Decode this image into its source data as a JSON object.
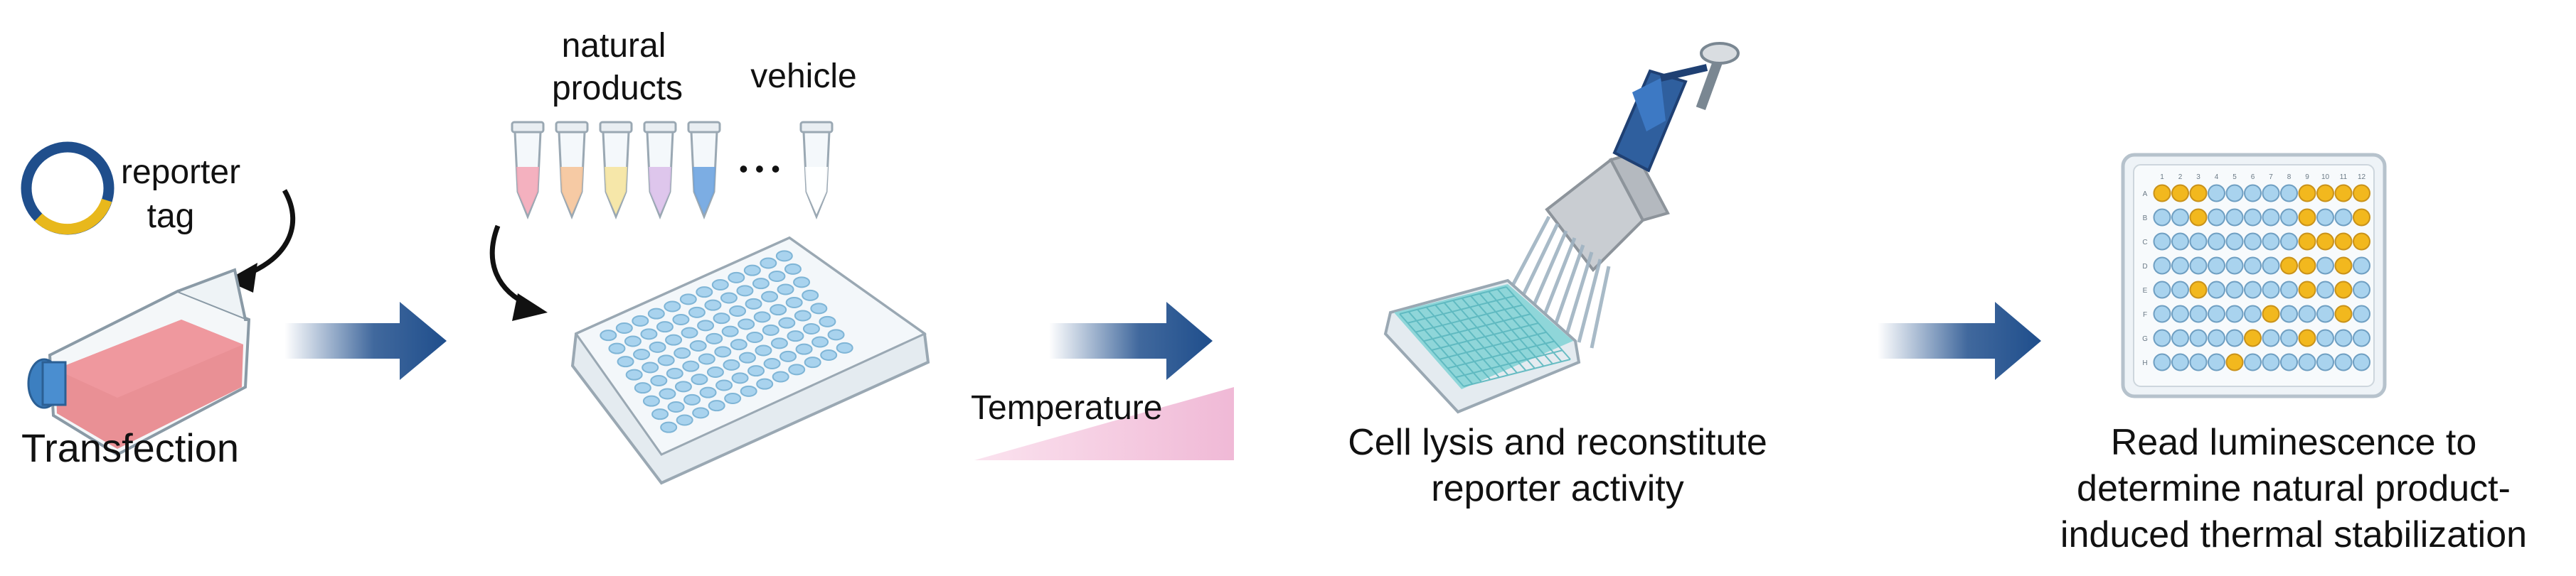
{
  "labels": {
    "reporter": "reporter",
    "tag": "tag",
    "transfection": "Transfection",
    "natural": "natural",
    "products": "products",
    "vehicle": "vehicle",
    "ellipsis": "• • •",
    "temperature": "Temperature",
    "lysis_line1": "Cell lysis and reconstitute",
    "lysis_line2": "reporter activity",
    "read_line1": "Read luminescence to",
    "read_line2": "determine natural product-",
    "read_line3": "induced thermal stabilization"
  },
  "plate": {
    "rows": [
      "A",
      "B",
      "C",
      "D",
      "E",
      "F",
      "G",
      "H"
    ],
    "cols": [
      "1",
      "2",
      "3",
      "4",
      "5",
      "6",
      "7",
      "8",
      "9",
      "10",
      "11",
      "12"
    ],
    "highlight_wells": [
      "A1",
      "A2",
      "A3",
      "A9",
      "A10",
      "A11",
      "A12",
      "B3",
      "B9",
      "B12",
      "C9",
      "C10",
      "C11",
      "C12",
      "D8",
      "D9",
      "D11",
      "E3",
      "E9",
      "E11",
      "F7",
      "F11",
      "G6",
      "G9",
      "H5"
    ]
  },
  "colors": {
    "arrow": "#1f4e8c",
    "flask_media": "#e8848a",
    "cap": "#3c7fc0",
    "plasmid_blue": "#1f4e8c",
    "plasmid_yellow": "#e8b81c",
    "well": "#a9d3ee",
    "well_highlight": "#f2b81e",
    "tube_colors": [
      "#f4a8b8",
      "#f6c49a",
      "#f6e4a0",
      "#dcc0ea",
      "#6fa4e0",
      "#ffffff"
    ],
    "temperature_ramp": "#f3c4dc"
  }
}
